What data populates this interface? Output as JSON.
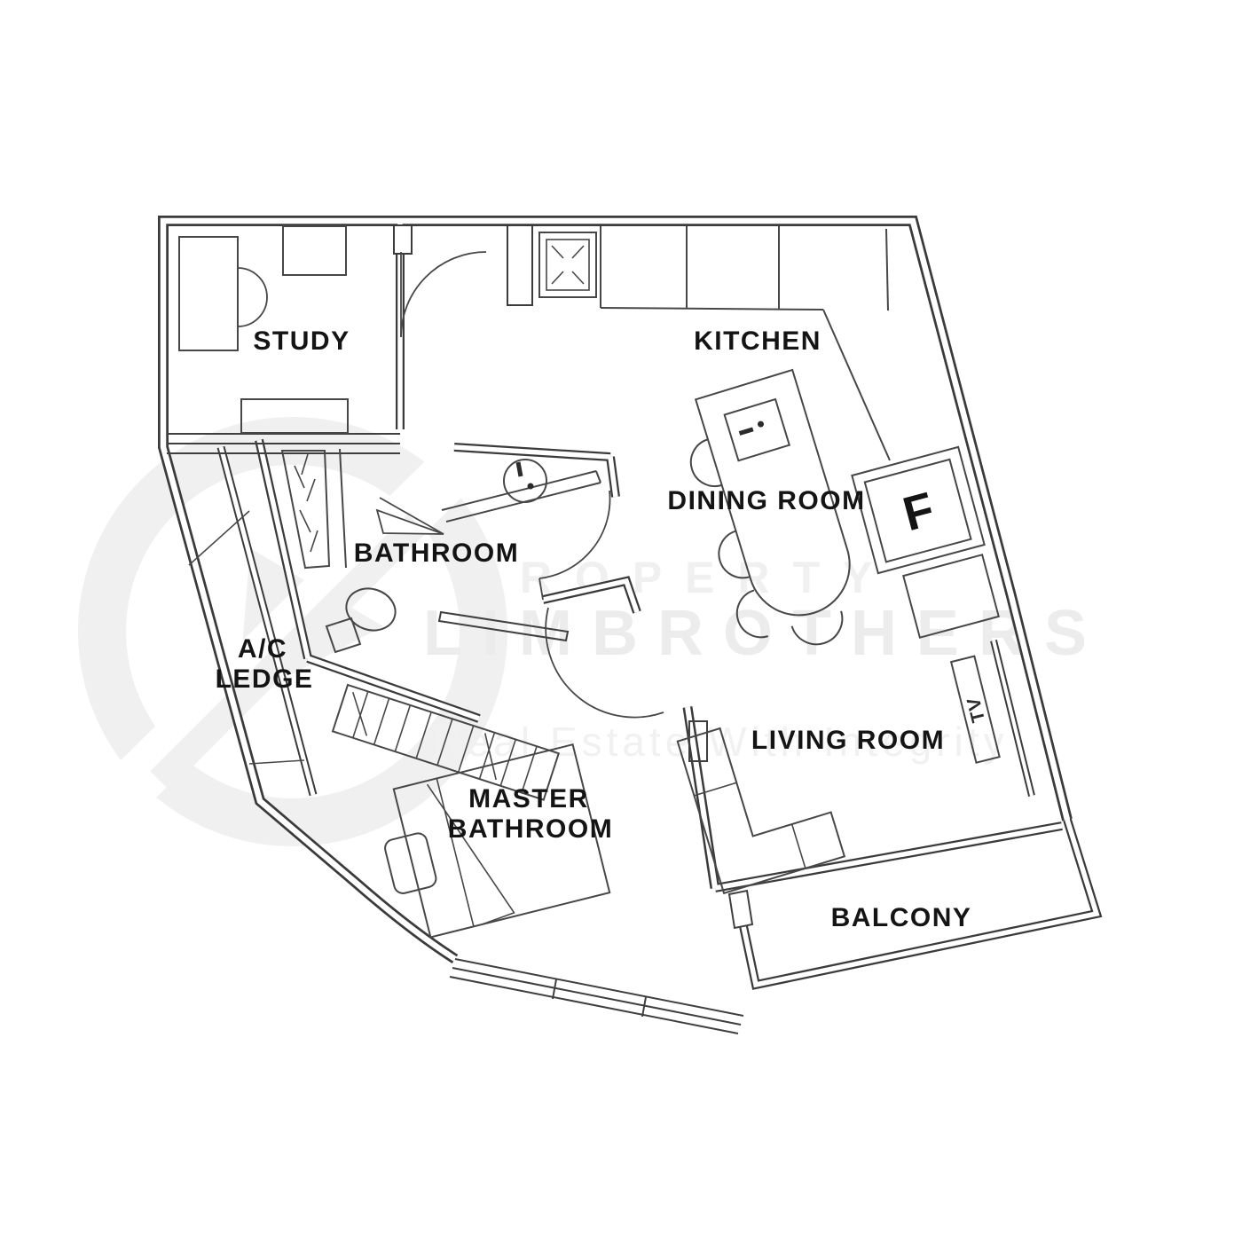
{
  "plan": {
    "labels": {
      "study": "STUDY",
      "kitchen": "KITCHEN",
      "bathroom": "BATHROOM",
      "dining_room": "DINING ROOM",
      "ac_ledge_1": "A/C",
      "ac_ledge_2": "LEDGE",
      "master_1": "MASTER",
      "master_2": "BATHROOM",
      "living_room": "LIVING ROOM",
      "balcony": "BALCONY",
      "fridge": "F",
      "tv": "TV"
    }
  },
  "watermark": {
    "brand_1": "PROPERTY",
    "brand_2": "LIMBROTHERS",
    "tagline": "Real Estate With Integrity"
  },
  "colors": {
    "wall": "#3b3b3b",
    "label": "#141414",
    "watermark": "#f0f0f0",
    "background": "#ffffff"
  }
}
